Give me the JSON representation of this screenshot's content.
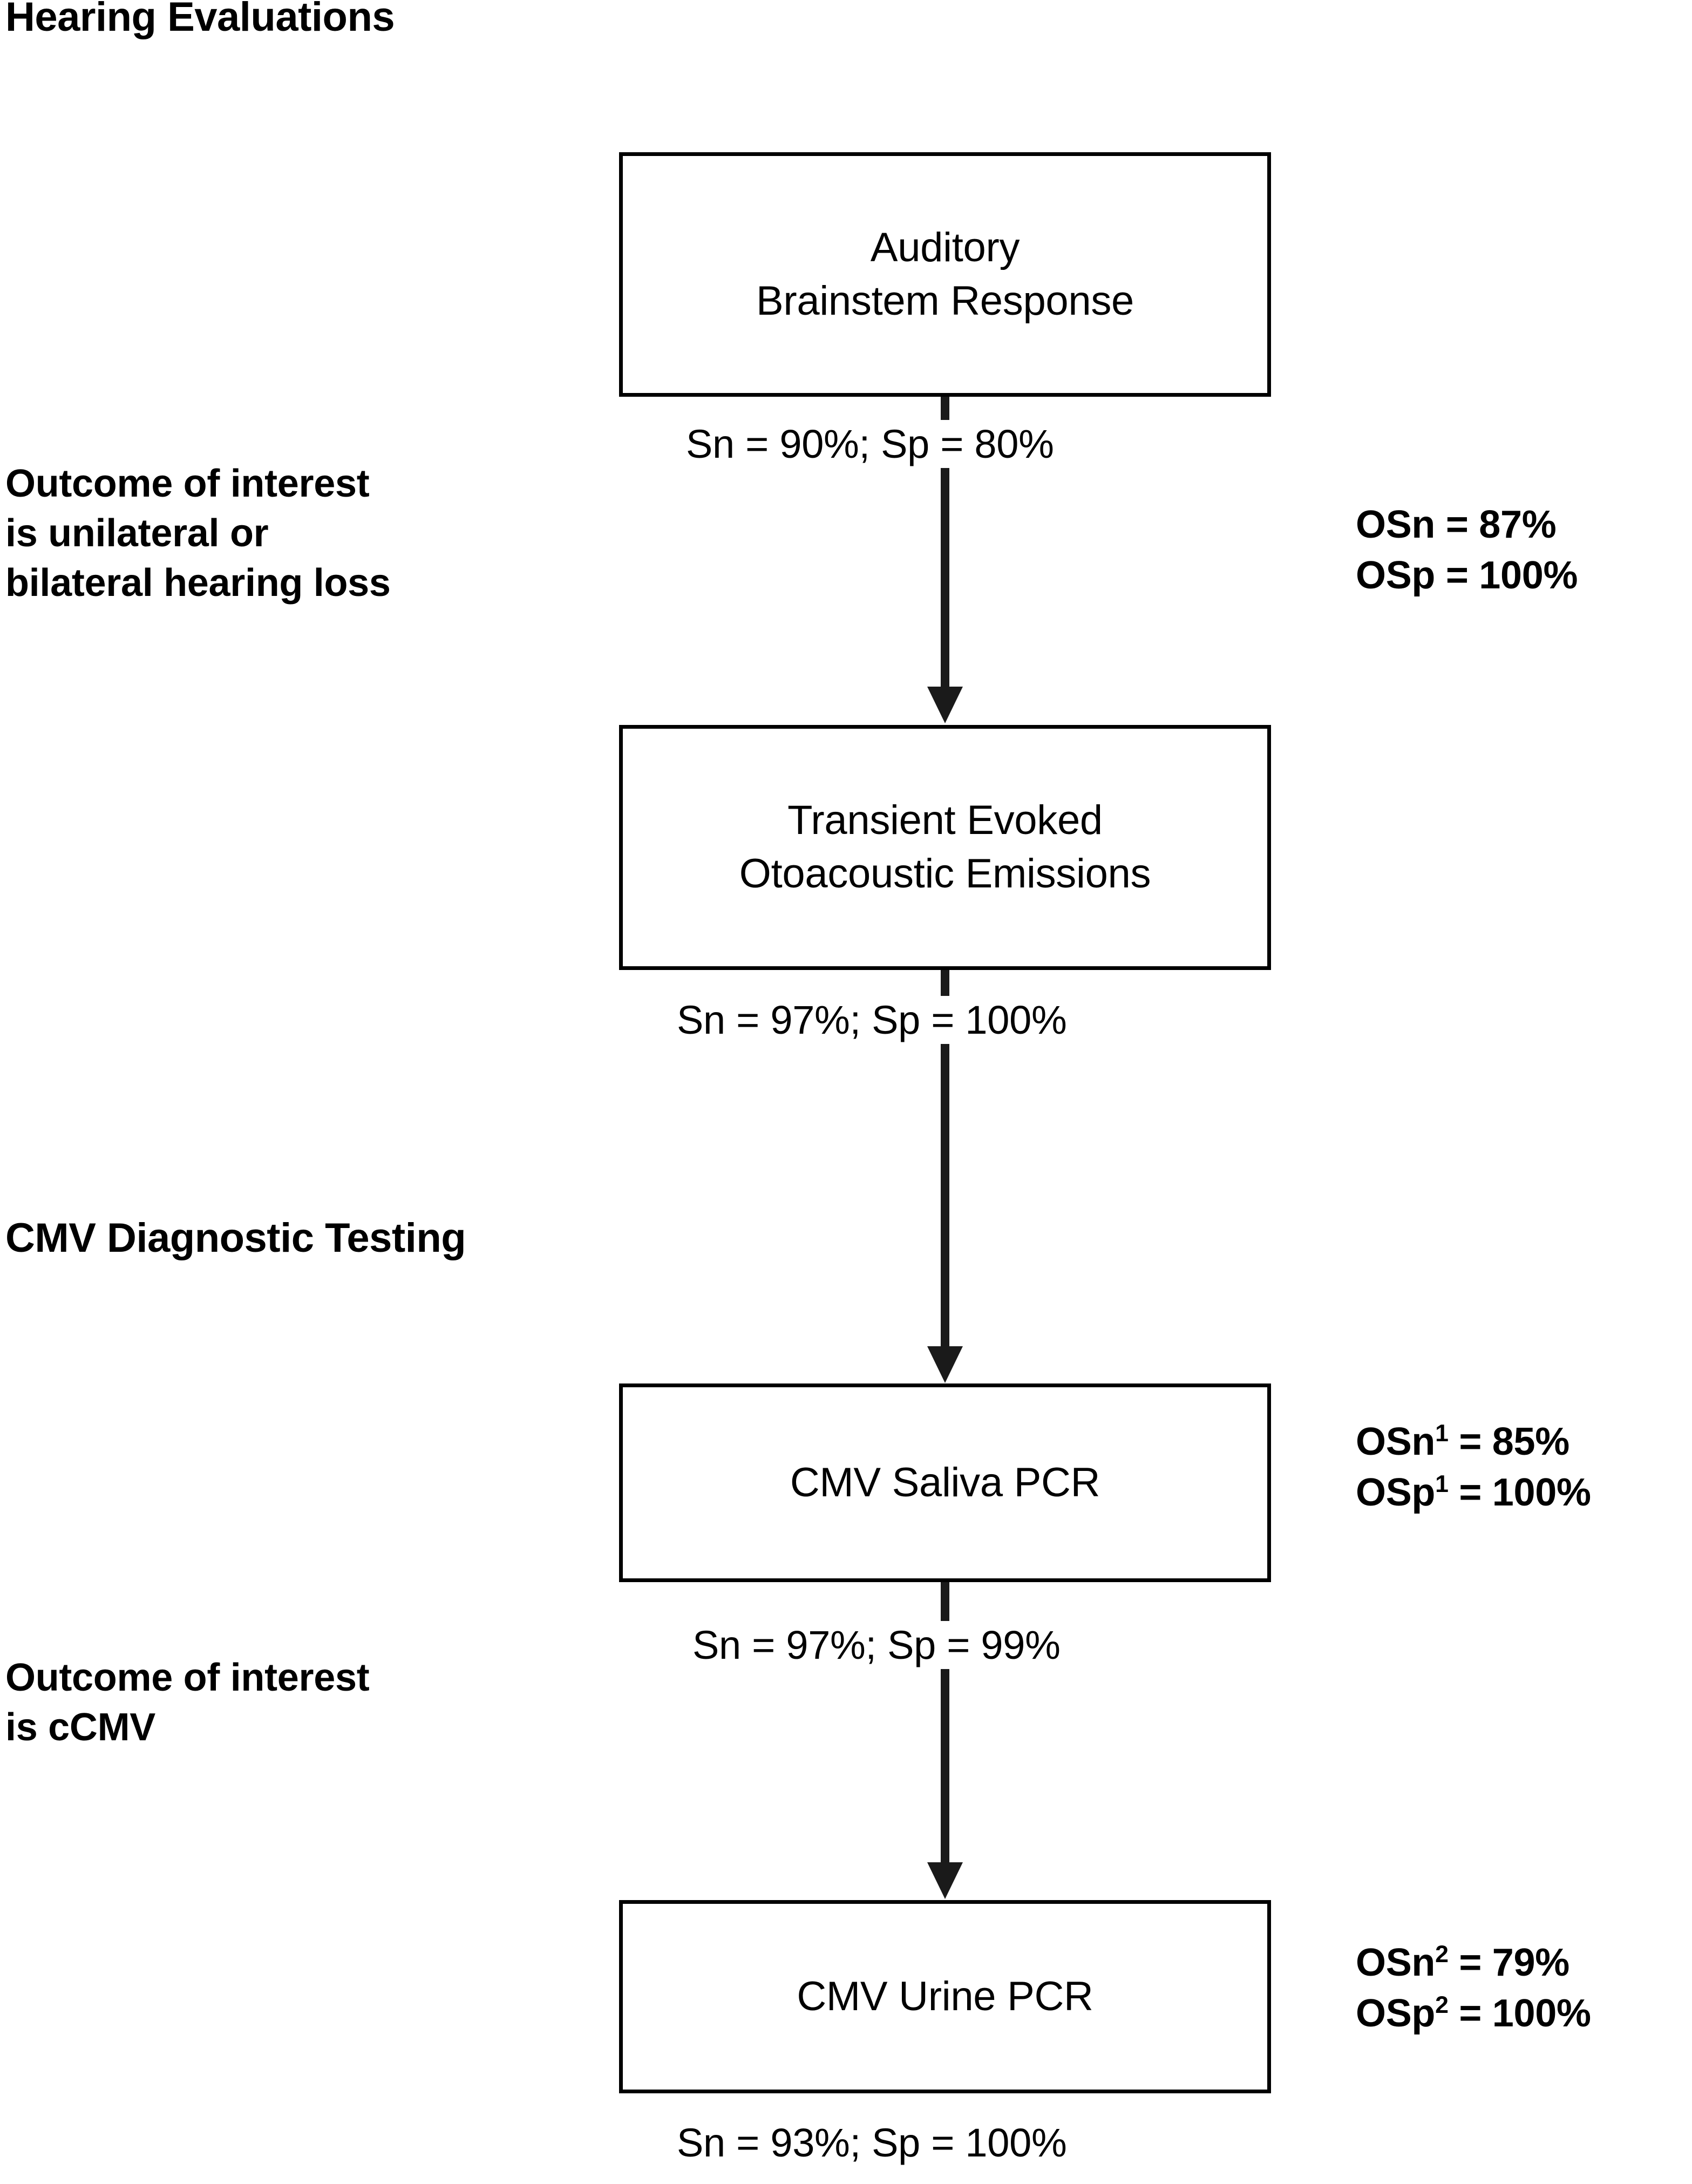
{
  "figure": {
    "type": "flowchart",
    "background_color": "#ffffff",
    "line_color": "#1a1a1a",
    "text_color": "#000000"
  },
  "sections": [
    {
      "id": "hearing",
      "title": "Hearing Evaluations"
    },
    {
      "id": "cmv",
      "title": "CMV Diagnostic Testing"
    }
  ],
  "side_notes": [
    {
      "id": "outcome-hearing",
      "lines": [
        "Outcome of interest",
        "is unilateral or",
        "bilateral hearing loss"
      ]
    },
    {
      "id": "outcome-ccmv",
      "lines": [
        "Outcome of interest",
        "is cCMV"
      ]
    }
  ],
  "nodes": [
    {
      "id": "abr",
      "lines": [
        "Auditory",
        "Brainstem Response"
      ]
    },
    {
      "id": "teoae",
      "lines": [
        "Transient Evoked",
        "Otoacoustic Emissions"
      ]
    },
    {
      "id": "saliva",
      "lines": [
        "CMV Saliva PCR"
      ]
    },
    {
      "id": "urine",
      "lines": [
        "CMV Urine PCR"
      ]
    }
  ],
  "edge_labels": [
    {
      "id": "abr-metrics",
      "text": "Sn = 90%; Sp = 80%"
    },
    {
      "id": "teoae-metrics",
      "text": "Sn = 97%; Sp = 100%"
    },
    {
      "id": "saliva-metrics",
      "text": "Sn = 97%; Sp = 99%"
    },
    {
      "id": "urine-metrics",
      "text": "Sn = 93%; Sp = 100%"
    }
  ],
  "metric_notes": [
    {
      "id": "hearing-overall",
      "sn_label": "OSn",
      "sn_sup": "",
      "sn_value": "= 87%",
      "sp_label": "OSp",
      "sp_sup": "",
      "sp_value": "= 100%"
    },
    {
      "id": "saliva-overall",
      "sn_label": "OSn",
      "sn_sup": "1",
      "sn_value": "= 85%",
      "sp_label": "OSp",
      "sp_sup": "1",
      "sp_value": "= 100%"
    },
    {
      "id": "urine-overall",
      "sn_label": "OSn",
      "sn_sup": "2",
      "sn_value": "= 79%",
      "sp_label": "OSp",
      "sp_sup": "2",
      "sp_value": "= 100%"
    }
  ]
}
